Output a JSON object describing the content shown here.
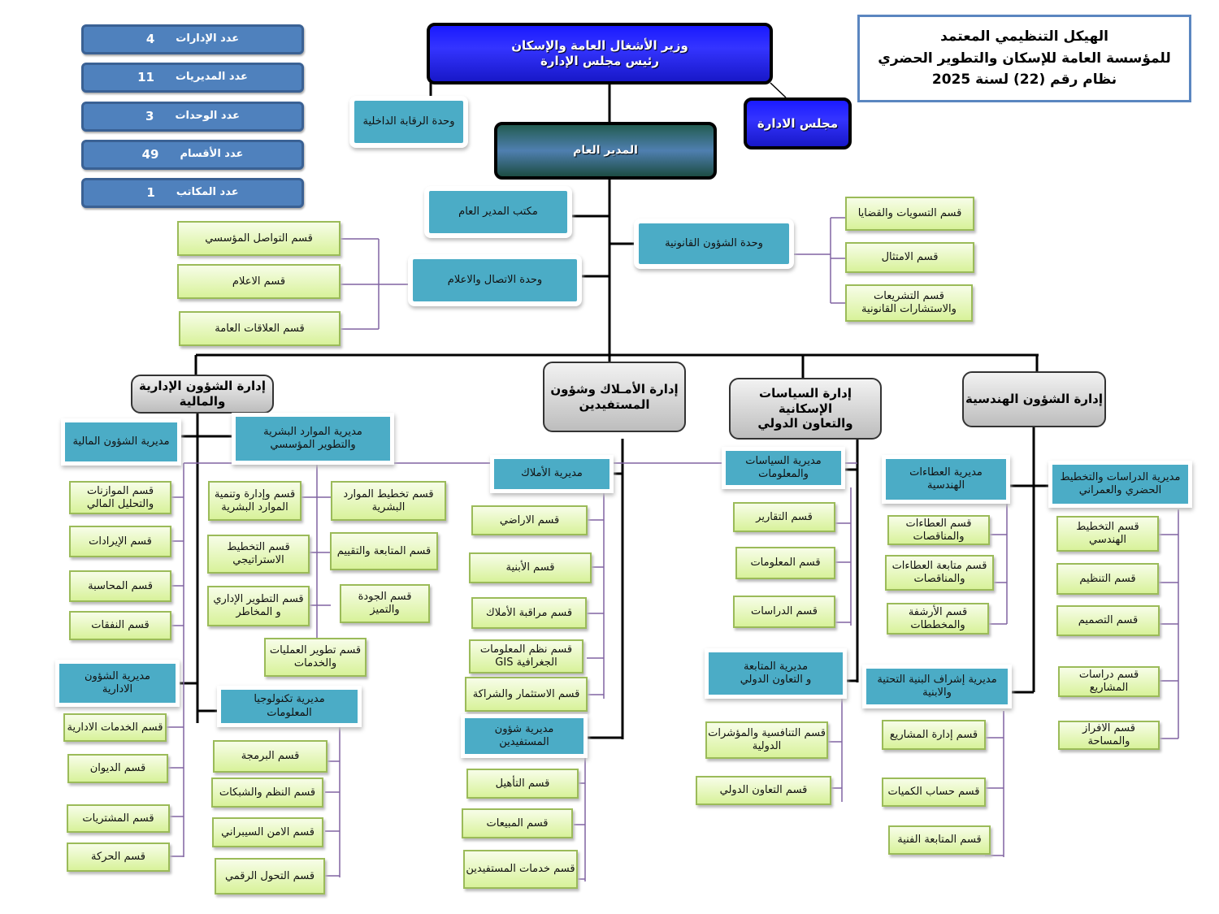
{
  "stats": [
    {
      "label": "عدد الإدارات",
      "value": "4"
    },
    {
      "label": "عدد المديريات",
      "value": "11"
    },
    {
      "label": "عدد الوحدات",
      "value": "3"
    },
    {
      "label": "عدد الأقسام",
      "value": "49"
    },
    {
      "label": "عدد المكاتب",
      "value": "1"
    }
  ],
  "colors": {
    "stat": "#4f81bd",
    "top": "#2a2aff",
    "unit": "#4bacc6",
    "section": "#d8f29a",
    "connector": "#8064a2"
  },
  "nodes": {
    "title": "الهيكل التنظيمي المعتمد\nللمؤسسة العامة للإسكان والتطوير الحضري\nنظام رقم (22) لسنة 2025",
    "minister": "وزير الأشغال العامة والإسكان\nرئيس مجلس الإدارة",
    "board": "مجلس الادارة",
    "audit": "وحدة الرقابة الداخلية",
    "gm": "المدير العام",
    "gm_office": "مكتب المدير العام",
    "comm_unit": "وحدة الاتصال والاعلام",
    "comm_s1": "قسم التواصل المؤسسي",
    "comm_s2": "قسم الاعلام",
    "comm_s3": "قسم العلاقات العامة",
    "legal_unit": "وحدة الشؤون القانونية",
    "legal_s1": "قسم التسويات والقضايا",
    "legal_s2": "قسم الامتثال",
    "legal_s3": "قسم التشريعات\nوالاستشارات القانونية",
    "dept_admin": "إدارة الشؤون الإدارية\nوالمالية",
    "dept_property": "إدارة الأمـلاك وشؤون\nالمستفيدين",
    "dept_housing": "إدارة السياسات الإسكانية\nوالتعاون الدولي",
    "dept_eng": "إدارة الشؤون الهندسية",
    "dir_fin": "مديرية الشؤون المالية",
    "fin_s1": "قسم الموازنات\nوالتحليل المالي",
    "fin_s2": "قسم الإيرادات",
    "fin_s3": "قسم المحاسبة",
    "fin_s4": "قسم النفقات",
    "dir_hr": "مديرية الموارد البشرية\nوالتطوير المؤسسي",
    "hr_s1": "قسم وإدارة وتنمية\nالموارد البشرية",
    "hr_s2": "قسم تخطيط الموارد\nالبشرية",
    "hr_s3": "قسم التخطيط\nالاستراتيجي",
    "hr_s4": "قسم المتابعة والتقييم",
    "hr_s5": "قسم التطوير الإداري\nو المخاطر",
    "hr_s6": "قسم الجودة\nوالتميز",
    "hr_s7": "قسم تطوير العمليات\nوالخدمات",
    "dir_adm": "مديرية الشؤون\nالادارية",
    "adm_s1": "قسم الخدمات الادارية",
    "adm_s2": "قسم الديوان",
    "adm_s3": "قسم المشتريات",
    "adm_s4": "قسم الحركة",
    "dir_it": "مديرية تكنولوجيا\nالمعلومات",
    "it_s1": "قسم البرمجة",
    "it_s2": "قسم النظم والشبكات",
    "it_s3": "قسم الامن السيبراني",
    "it_s4": "قسم التحول الرقمي",
    "dir_prop": "مديرية الأملاك",
    "prop_s1": "قسم الاراضي",
    "prop_s2": "قسم الأبنية",
    "prop_s3": "قسم مراقبة الأملاك",
    "prop_s4": "قسم نظم المعلومات\nالجغرافية GIS",
    "prop_s5": "قسم الاستثمار والشراكة",
    "dir_ben": "مديرية شؤون\nالمستفيدين",
    "ben_s1": "قسم التأهيل",
    "ben_s2": "قسم المبيعات",
    "ben_s3": "قسم خدمات المستفيدين",
    "dir_pol": "مديرية السياسات\nوالمعلومات",
    "pol_s1": "قسم التقارير",
    "pol_s2": "قسم المعلومات",
    "pol_s3": "قسم الدراسات",
    "dir_fol": "مديرية المتابعة\nو التعاون الدولي",
    "fol_s1": "قسم التنافسية والمؤشرات\nالدولية",
    "fol_s2": "قسم التعاون الدولي",
    "dir_ten": "مديرية العطاءات\nالهندسية",
    "ten_s1": "قسم العطاءات\nوالمناقصات",
    "ten_s2": "قسم متابعة العطاءات\nوالمناقصات",
    "ten_s3": "قسم الأرشفة\nوالمخططات",
    "dir_stu": "مديرية الدراسات والتخطيط\nالحضري والعمراني",
    "stu_s1": "قسم التخطيط\nالهندسي",
    "stu_s2": "قسم التنظيم",
    "stu_s3": "قسم التصميم",
    "stu_s4": "قسم دراسات\nالمشاريع",
    "stu_s5": "قسم الافراز\nوالمساحة",
    "dir_inf": "مديرية إشراف البنية التحتية\nوالابنية",
    "inf_s1": "قسم إدارة المشاريع",
    "inf_s2": "قسم حساب الكميات",
    "inf_s3": "قسم المتابعة الفنية"
  }
}
